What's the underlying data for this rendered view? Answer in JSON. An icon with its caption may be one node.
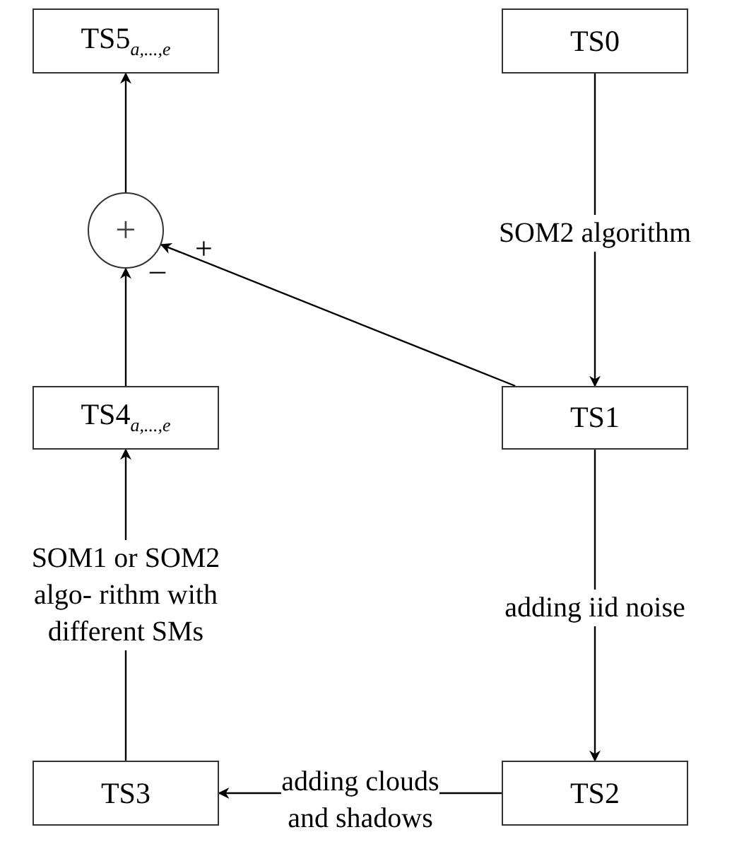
{
  "diagram": {
    "nodes": [
      {
        "text": [
          "TS5$_{a,...,e}$"
        ]
      },
      {
        "text": [
          "TS0"
        ]
      },
      {
        "text": [
          "+"
        ]
      },
      {
        "text": [
          "TS4$_{a,...,e}$"
        ]
      },
      {
        "text": [
          "TS1"
        ]
      },
      {
        "text": [
          "TS3"
        ]
      },
      {
        "text": [
          "TS2"
        ]
      }
    ],
    "edges": [
      {
        "from": 1,
        "to": 4,
        "arrow": "to",
        "label": "SOM2 algorithm"
      },
      {
        "from": 4,
        "to": 2,
        "arrow": "to"
      },
      {
        "from": 3,
        "to": 2,
        "arrow": "to"
      },
      {
        "from": 2,
        "to": 0,
        "arrow": "to"
      },
      {
        "from": 4,
        "to": 6,
        "arrow": "to",
        "label": "adding iid noise"
      },
      {
        "from": 6,
        "to": 5,
        "arrow": "to",
        "label": "adding clouds and shadows"
      },
      {
        "from": 5,
        "to": 3,
        "arrow": "to",
        "label": "SOM1 or SOM2 algo- rithm with different SMs"
      }
    ],
    "labels": [
      "+",
      "–"
    ]
  }
}
